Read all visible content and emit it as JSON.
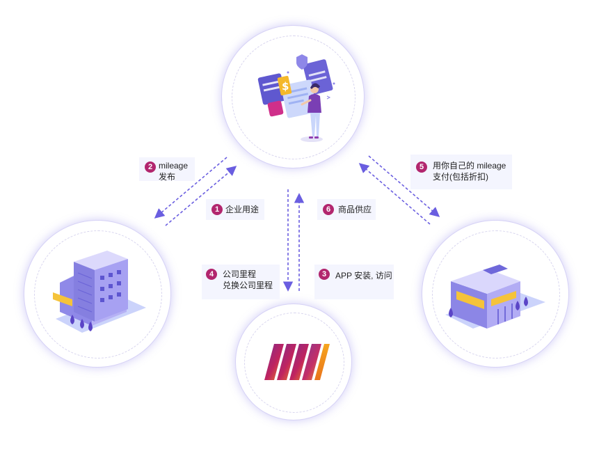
{
  "steps": [
    {
      "num": "1",
      "text": "企业用途"
    },
    {
      "num": "2",
      "line1": "mileage",
      "line2": "发布"
    },
    {
      "num": "3",
      "text": "APP 安装, 访问"
    },
    {
      "num": "4",
      "line1": "公司里程",
      "line2": "兑换公司里程"
    },
    {
      "num": "5",
      "line1": "用你自己的 mileage",
      "line2": "支付(包括折扣)"
    },
    {
      "num": "6",
      "text": "商品供应"
    }
  ],
  "colors": {
    "badge": "#b2266e",
    "arrow": "#6a5ee0",
    "label_bg": "#f4f5fe",
    "circle_glow": "#7a6ee6"
  },
  "icons": {
    "top": "person-with-payment-cards-illustration",
    "left": "office-building-illustration",
    "right": "store-building-illustration",
    "bottom": "app-logo"
  }
}
